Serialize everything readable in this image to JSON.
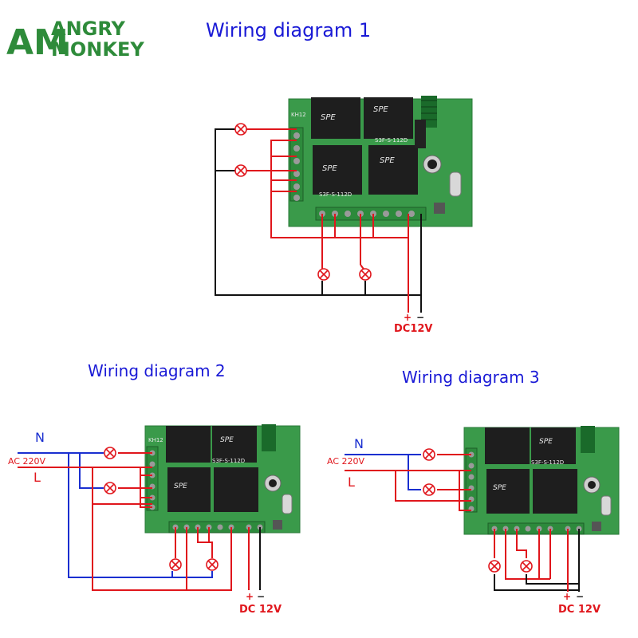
{
  "logo": {
    "letters": "AM",
    "line1": "ANGRY",
    "line2": "MONKEY",
    "color": "#2e8b3a"
  },
  "diagram1": {
    "title": "Wiring diagram 1",
    "plus": "+",
    "minus": "−",
    "supply": "DC12V"
  },
  "diagram2": {
    "title": "Wiring diagram 2",
    "n": "N",
    "ac": "AC 220V",
    "l": "L",
    "plus": "+",
    "minus": "−",
    "supply": "DC 12V"
  },
  "diagram3": {
    "title": "Wiring diagram 3",
    "n": "N",
    "ac": "AC 220V",
    "l": "L",
    "plus": "+",
    "minus": "−",
    "supply": "DC 12V"
  },
  "board": {
    "model": "KH12",
    "relay_brand": "SPE",
    "relay_model": "S3F-S-112D"
  },
  "colors": {
    "wire_red": "#e0161c",
    "wire_blue": "#1a2fd0",
    "wire_black": "#111111",
    "pcb_green": "#3a9a4a",
    "relay_black": "#1e1e1e",
    "title_blue": "#1a1ad6"
  }
}
